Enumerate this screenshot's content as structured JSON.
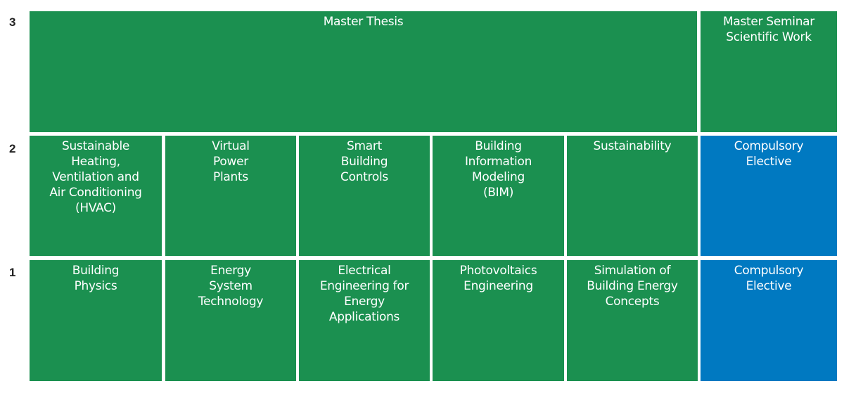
{
  "colors": {
    "green": "#1b9050",
    "blue": "#0079c1",
    "background": "#ffffff"
  },
  "rows": [
    {
      "label": "3"
    },
    {
      "label": "2"
    },
    {
      "label": "1"
    }
  ],
  "semester3": {
    "thesis": "Master Thesis",
    "seminar": "Master Seminar\nScientific Work"
  },
  "semester2": [
    "Sustainable\nHeating,\nVentilation and\nAir Conditioning\n(HVAC)",
    "Virtual\nPower\nPlants",
    "Smart\nBuilding\nControls",
    "Building\nInformation\nModeling\n(BIM)",
    "Sustainability",
    "Compulsory\nElective"
  ],
  "semester1": [
    "Building\nPhysics",
    "Energy\nSystem\nTechnology",
    "Electrical\nEngineering for\nEnergy\nApplications",
    "Photovoltaics\nEngineering",
    "Simulation of\nBuilding Energy\nConcepts",
    "Compulsory\nElective"
  ]
}
